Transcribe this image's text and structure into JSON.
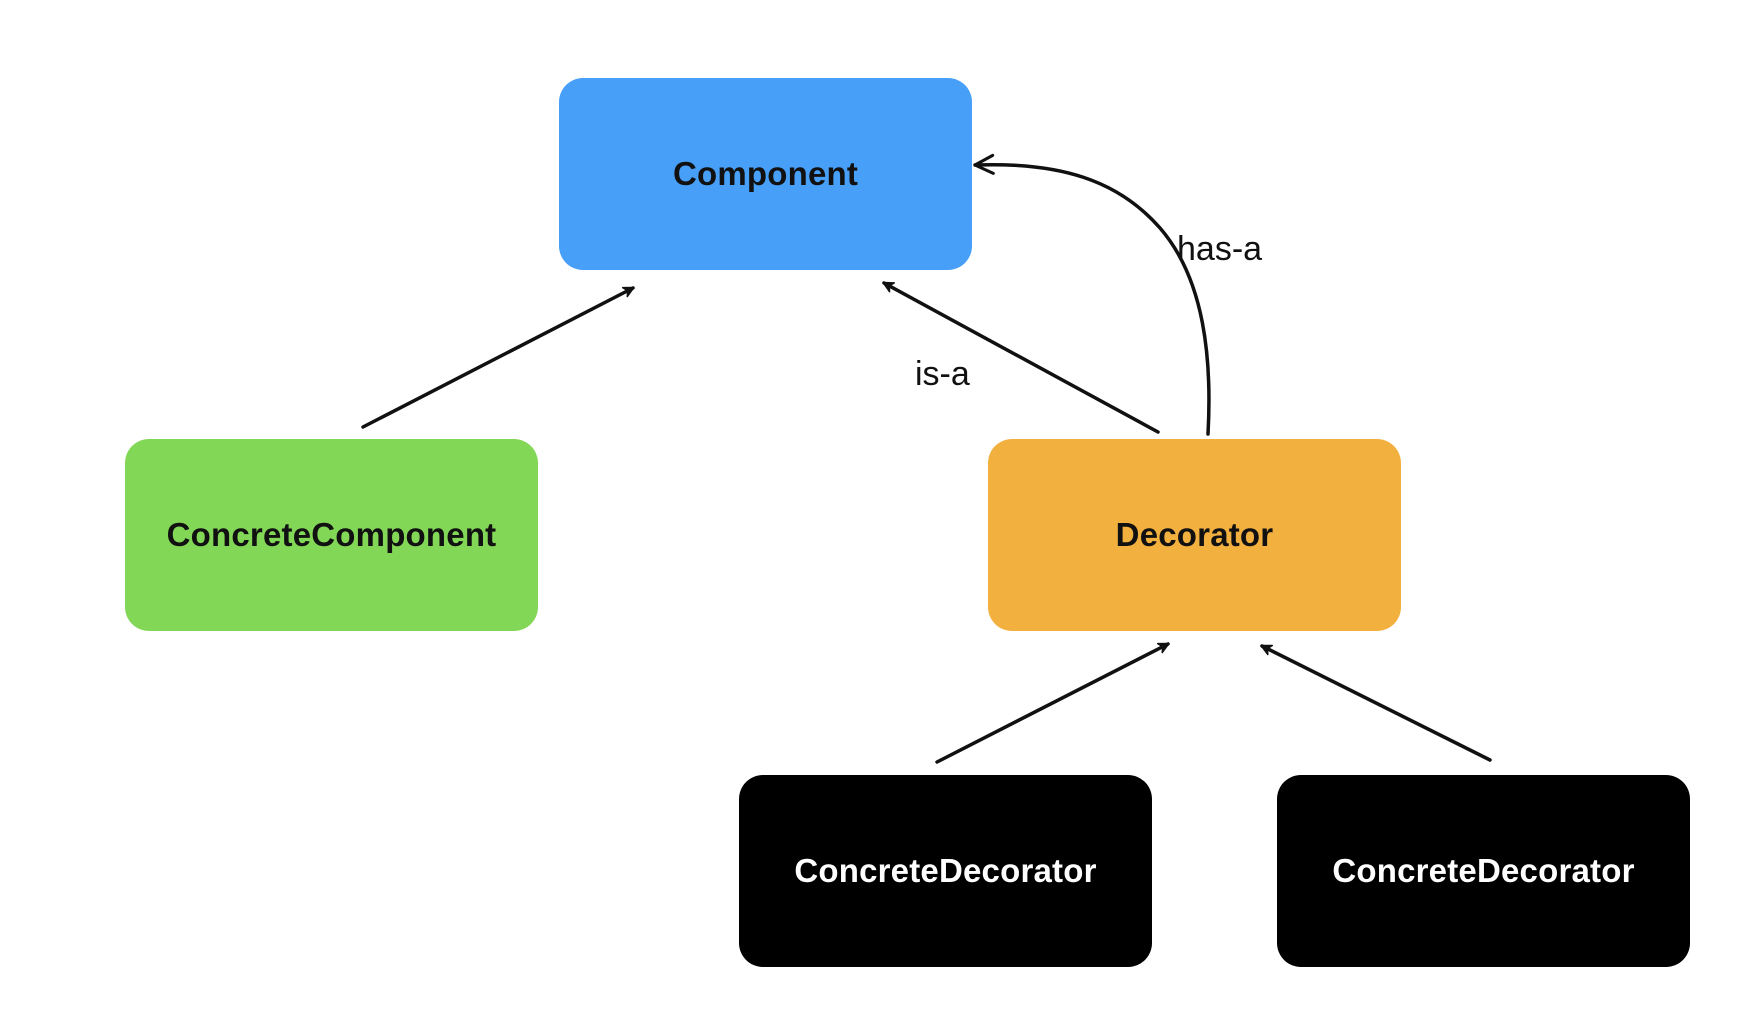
{
  "colors": {
    "background": "#ffffff",
    "component": "#489ff8",
    "concrete_component": "#83d756",
    "decorator": "#f2b03f",
    "concrete_decorator": "#000000",
    "dark_text": "#111111",
    "light_text": "#ffffff",
    "arrow": "#111111"
  },
  "nodes": {
    "component": "Component",
    "concrete_component": "ConcreteComponent",
    "decorator": "Decorator",
    "concrete_decorator_1": "ConcreteDecorator",
    "concrete_decorator_2": "ConcreteDecorator"
  },
  "edges": {
    "is_a": "is-a",
    "has_a": "has-a"
  }
}
